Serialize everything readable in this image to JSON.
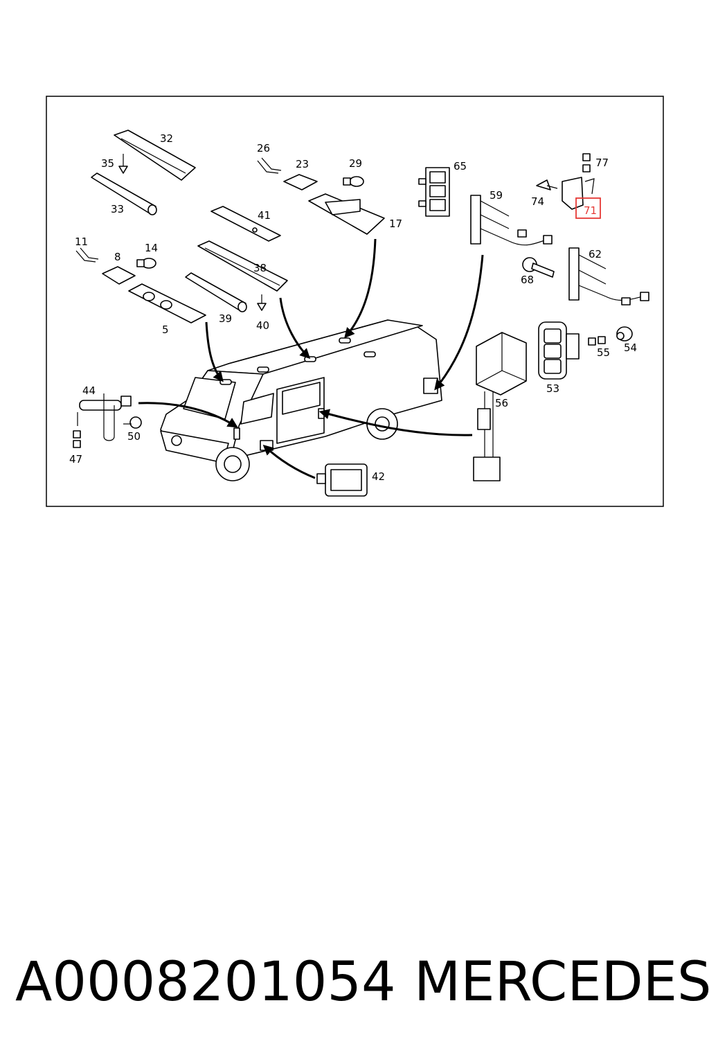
{
  "diagram": {
    "callouts": [
      "32",
      "35",
      "33",
      "26",
      "23",
      "29",
      "41",
      "17",
      "65",
      "59",
      "77",
      "74",
      "71",
      "11",
      "8",
      "14",
      "38",
      "5",
      "39",
      "40",
      "62",
      "68",
      "44",
      "50",
      "47",
      "42",
      "56",
      "53",
      "55",
      "54"
    ],
    "highlighted_callout": "71",
    "highlight_color": "#e53935"
  },
  "footer": {
    "part_number": "A0008201054",
    "brand": "MERCEDES"
  }
}
